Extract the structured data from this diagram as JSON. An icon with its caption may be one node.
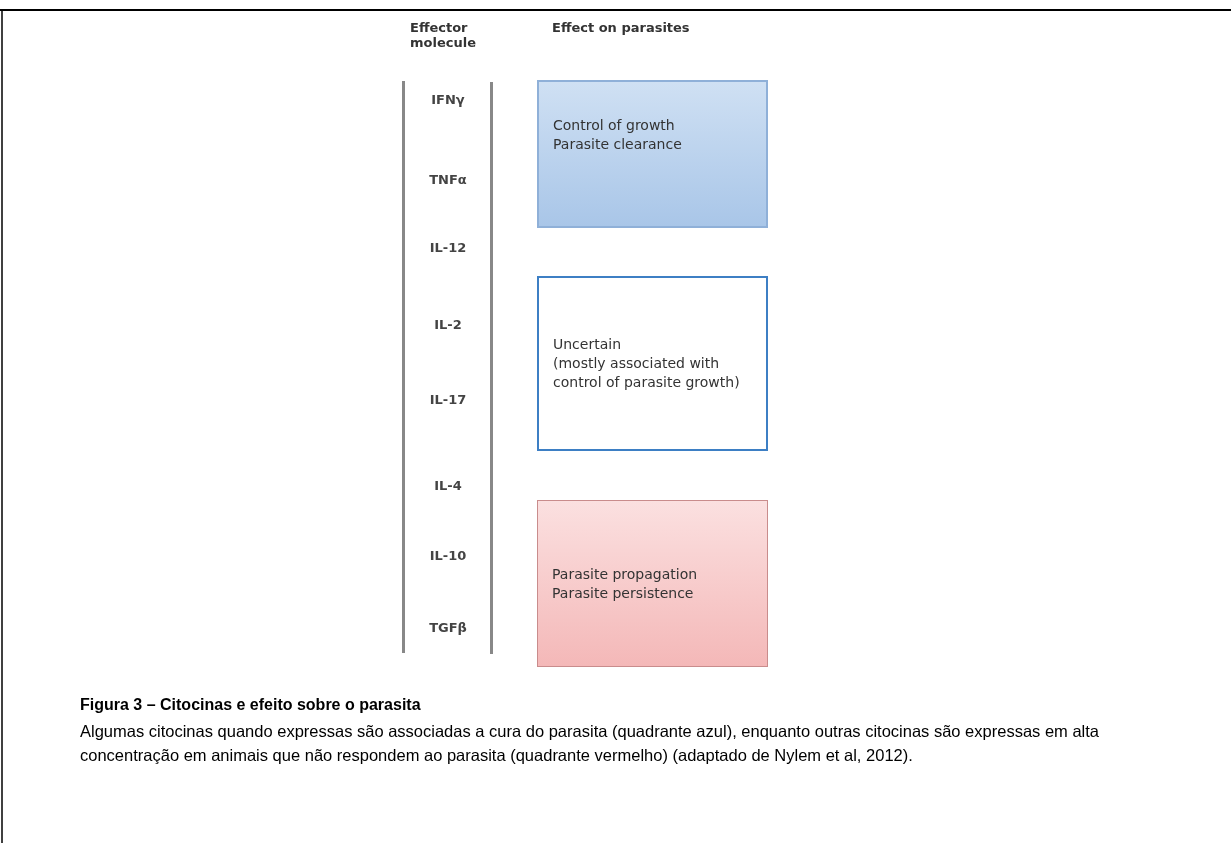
{
  "diagram": {
    "title": "Figura 3 – Citocinas e efeito sobre o parasita",
    "caption": "Algumas citocinas quando expressas são associadas a cura do parasita (quadrante azul), enquanto outras citocinas são expressas em alta concentração em animais que não respondem ao parasita (quadrante vermelho) (adaptado de Nylem et al, 2012).",
    "nodes": [
      {
        "text": [
          "Control of growth",
          "Parasite clearance"
        ]
      },
      {
        "text": [
          "Uncertain",
          "(mostly associated with control of parasite growth)"
        ]
      },
      {
        "text": [
          "Parasite propagation",
          "Parasite persistence"
        ]
      }
    ],
    "edges": [],
    "labels": [
      "Effector molecule",
      "Effect on parasites",
      "IFNγ",
      "TNFα",
      "IL-12",
      "IL-2",
      "IL-17",
      "IL-4",
      "IL-10",
      "TGFβ"
    ]
  }
}
